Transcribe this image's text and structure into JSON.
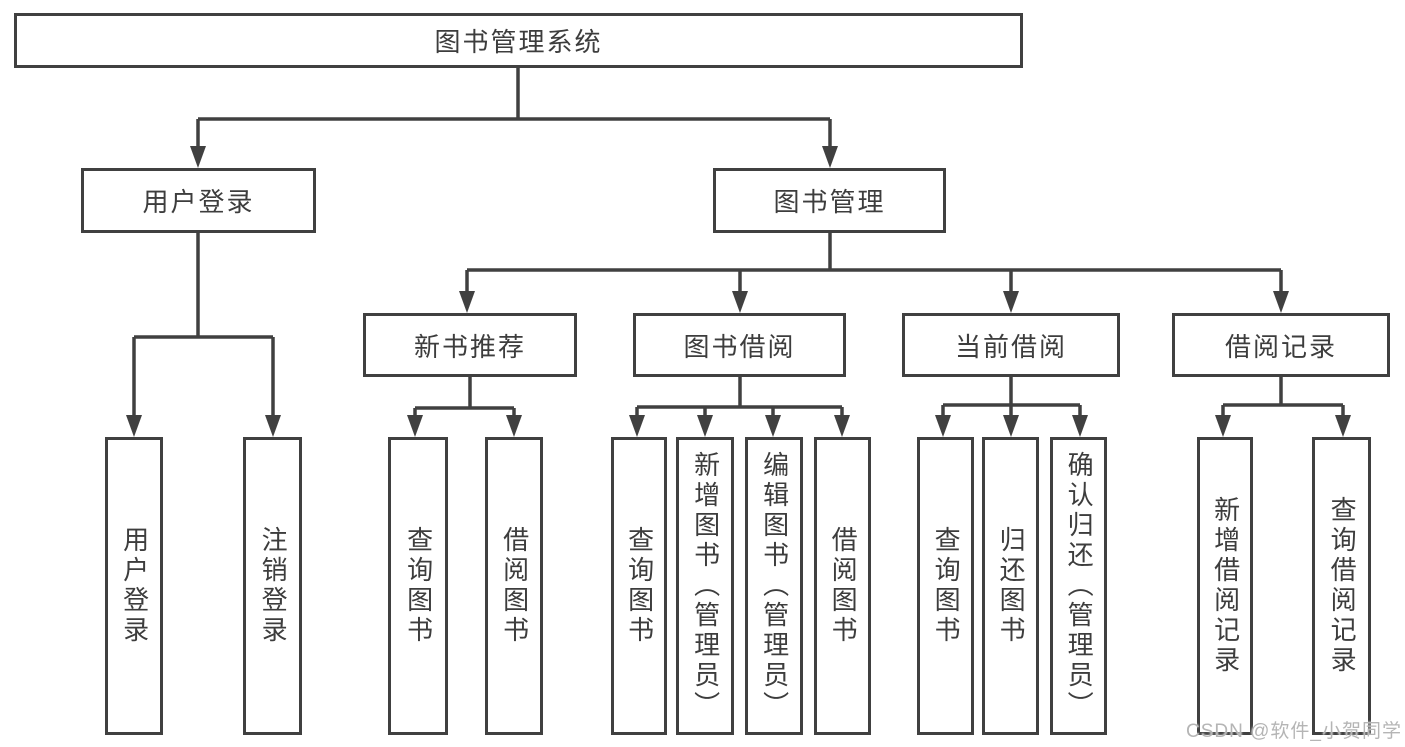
{
  "diagram": {
    "title_node": {
      "label": "图书管理系统"
    },
    "level2": [
      {
        "label": "用户登录"
      },
      {
        "label": "图书管理"
      }
    ],
    "level3": [
      {
        "label": "新书推荐"
      },
      {
        "label": "图书借阅"
      },
      {
        "label": "当前借阅"
      },
      {
        "label": "借阅记录"
      }
    ],
    "level4": [
      {
        "label": "用户登录"
      },
      {
        "label": "注销登录"
      },
      {
        "label": "查询图书"
      },
      {
        "label": "借阅图书"
      },
      {
        "label": "查询图书"
      },
      {
        "label": "新增图书（管理员）"
      },
      {
        "label": "编辑图书（管理员）"
      },
      {
        "label": "借阅图书"
      },
      {
        "label": "查询图书"
      },
      {
        "label": "归还图书"
      },
      {
        "label": "确认归还（管理员）"
      },
      {
        "label": "新增借阅记录"
      },
      {
        "label": "查询借阅记录"
      }
    ]
  },
  "watermark": "CSDN @软件_小贺同学",
  "colors": {
    "line": "#404040",
    "text": "#3d3d3d",
    "bg": "#ffffff",
    "watermark": "#b5b5b5"
  }
}
